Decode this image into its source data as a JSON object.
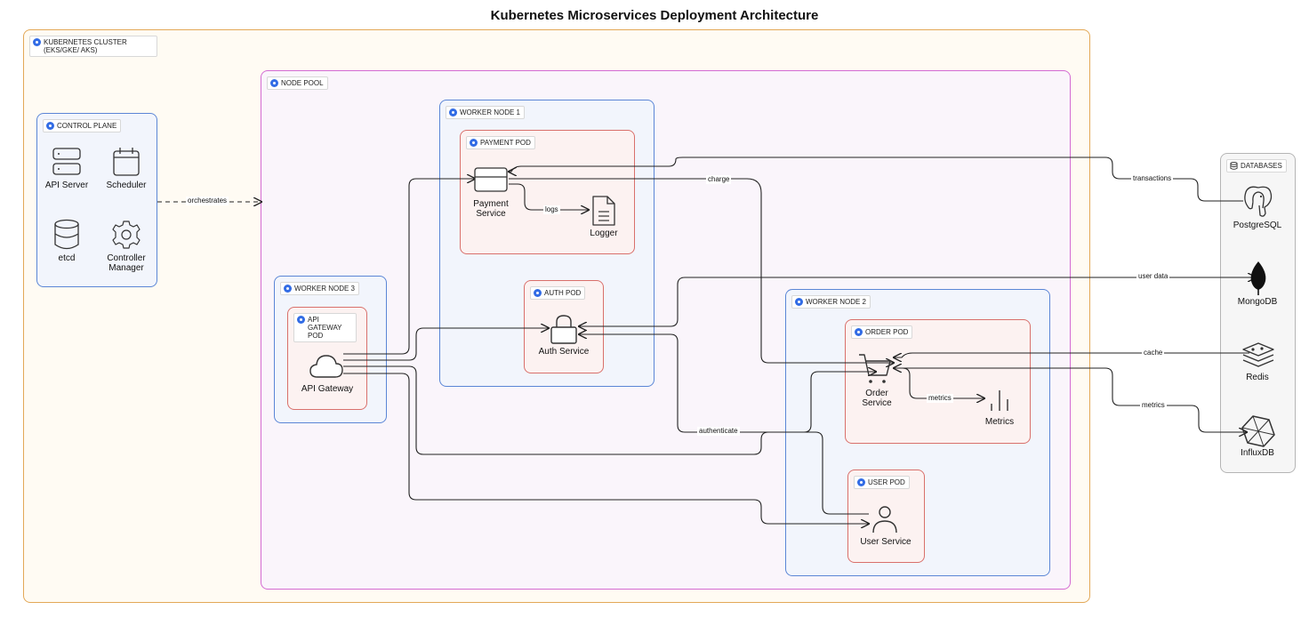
{
  "title": "Kubernetes Microservices Deployment Architecture",
  "groups": {
    "cluster": "KUBERNETES CLUSTER (EKS/GKE/ AKS)",
    "control_plane": "CONTROL PLANE",
    "node_pool": "NODE POOL",
    "worker1": "WORKER NODE 1",
    "worker2": "WORKER NODE 2",
    "worker3": "WORKER NODE 3",
    "payment_pod": "PAYMENT POD",
    "auth_pod": "AUTH POD",
    "gateway_pod": "API GATEWAY POD",
    "order_pod": "ORDER POD",
    "user_pod": "USER POD",
    "databases": "DATABASES"
  },
  "nodes": {
    "api_server": "API Server",
    "scheduler": "Scheduler",
    "etcd": "etcd",
    "controller": "Controller Manager",
    "payment": "Payment Service",
    "logger": "Logger",
    "auth": "Auth Service",
    "gateway": "API Gateway",
    "order": "Order Service",
    "metrics": "Metrics",
    "user": "User Service",
    "postgres": "PostgreSQL",
    "mongo": "MongoDB",
    "redis": "Redis",
    "influx": "InfluxDB"
  },
  "edges": {
    "orchestrates": "orchestrates",
    "logs": "logs",
    "charge": "charge",
    "transactions": "transactions",
    "user_data": "user data",
    "cache": "cache",
    "metrics_internal": "metrics",
    "metrics_db": "metrics",
    "authenticate": "authenticate"
  },
  "colors": {
    "cluster": "#e3a857",
    "node_pool": "#d46bd3",
    "worker": "#5b86d6",
    "pod": "#d9706b",
    "k8s_blue": "#326ce5",
    "databases": "#9a9a9a"
  }
}
